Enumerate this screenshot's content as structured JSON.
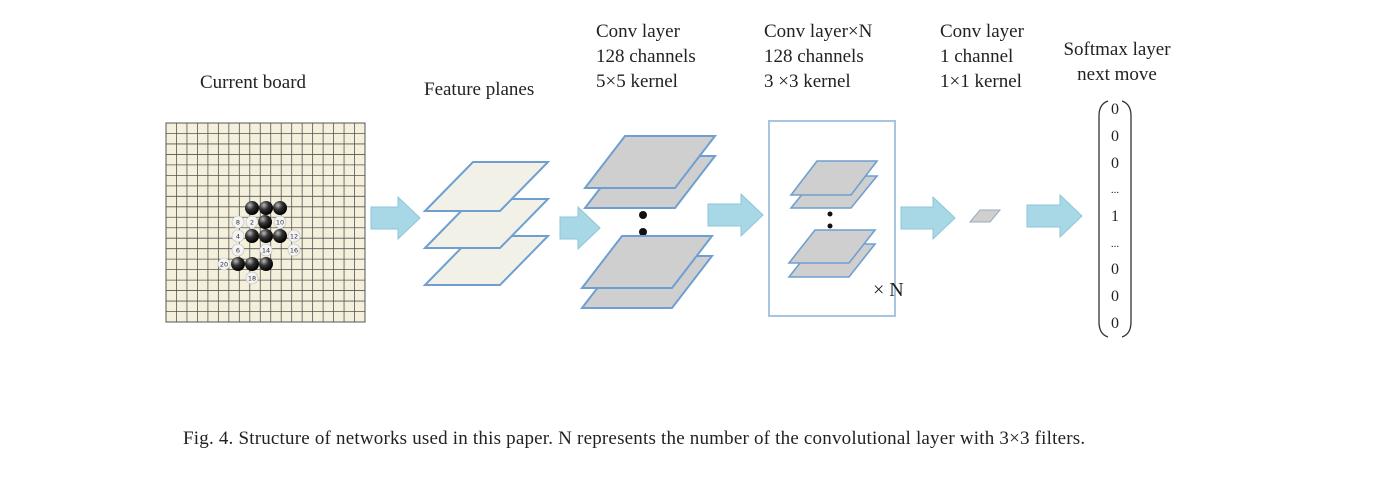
{
  "labels": {
    "current_board": "Current board",
    "feature_planes": "Feature planes",
    "conv1": [
      "Conv layer",
      "128 channels",
      "5×5 kernel"
    ],
    "convN": [
      "Conv layer×N",
      "128 channels",
      "3 ×3 kernel"
    ],
    "conv_last": [
      "Conv layer",
      "1 channel",
      "1×1 kernel"
    ],
    "softmax": [
      "Softmax layer",
      "next move"
    ]
  },
  "repeat_marker": "× N",
  "output_vector": [
    "0",
    "0",
    "0",
    "...",
    "1",
    "...",
    "0",
    "0",
    "0"
  ],
  "board": {
    "stone_numbers": [
      "8",
      "2",
      "10",
      "4",
      "12",
      "6",
      "14",
      "16",
      "20",
      "18"
    ]
  },
  "caption": "Fig. 4.  Structure of networks used in this paper. N represents the number of the convolutional layer with 3×3 filters.",
  "colors": {
    "arrow": "#a8d8e6",
    "plane_border": "#6f9fd1",
    "feature_fill": "#f2f1e8",
    "conv_fill": "#cfcfcf",
    "board_fill": "#f5f0dc",
    "board_grid": "#555555"
  }
}
